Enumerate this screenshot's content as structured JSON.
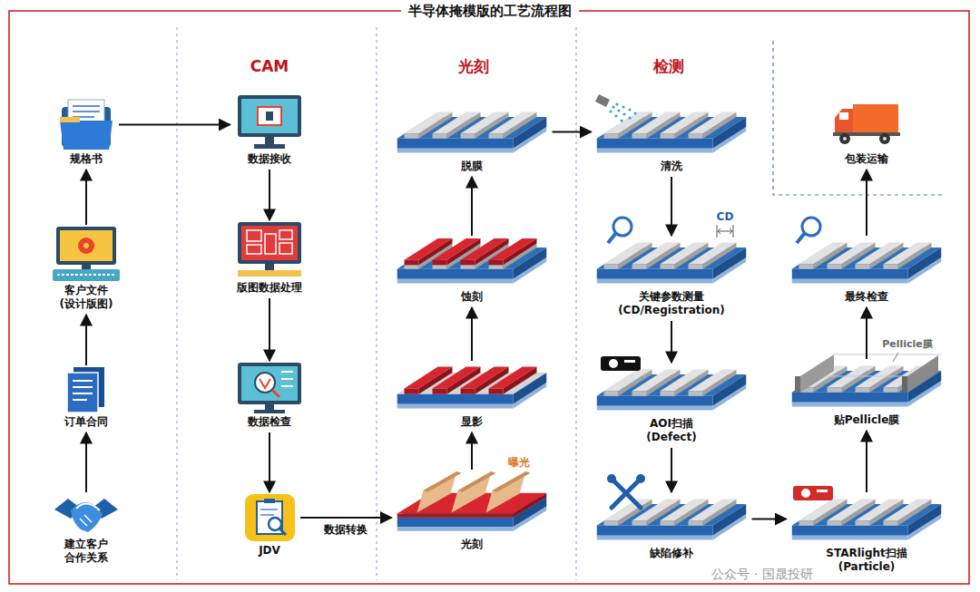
{
  "diagram": {
    "title": "半导体掩模版的工艺流程图",
    "nodes": [
      {
        "text": [
          "建立客户 合作关系"
        ]
      },
      {
        "text": [
          "订单合同"
        ]
      },
      {
        "text": [
          "客户文件 (设计版图)"
        ]
      },
      {
        "text": [
          "规格书"
        ]
      },
      {
        "text": [
          "数据接收"
        ]
      },
      {
        "text": [
          "版图数据处理"
        ]
      },
      {
        "text": [
          "数据检查"
        ]
      },
      {
        "text": [
          "JDV"
        ]
      },
      {
        "text": [
          "光刻"
        ]
      },
      {
        "text": [
          "显影"
        ]
      },
      {
        "text": [
          "蚀刻"
        ]
      },
      {
        "text": [
          "脱膜"
        ]
      },
      {
        "text": [
          "清洗"
        ]
      },
      {
        "text": [
          "关键参数测量 (CD/Registration)"
        ]
      },
      {
        "text": [
          "AOI扫描 (Defect)"
        ]
      },
      {
        "text": [
          "缺陷修补"
        ]
      },
      {
        "text": [
          "STARlight扫描 (Particle)"
        ]
      },
      {
        "text": [
          "贴Pellicle膜"
        ]
      },
      {
        "text": [
          "最终检查"
        ]
      },
      {
        "text": [
          "包装运输"
        ]
      }
    ],
    "edges": [
      {
        "from": 0,
        "to": 1,
        "arrow": "to"
      },
      {
        "from": 1,
        "to": 2,
        "arrow": "to"
      },
      {
        "from": 2,
        "to": 3,
        "arrow": "to"
      },
      {
        "from": 3,
        "to": 4,
        "arrow": "to"
      },
      {
        "from": 4,
        "to": 5,
        "arrow": "to"
      },
      {
        "from": 5,
        "to": 6,
        "arrow": "to"
      },
      {
        "from": 6,
        "to": 7,
        "arrow": "to"
      },
      {
        "from": 7,
        "to": 8,
        "label": "数据转换",
        "arrow": "to"
      },
      {
        "from": 8,
        "to": 9,
        "arrow": "to"
      },
      {
        "from": 9,
        "to": 10,
        "arrow": "to"
      },
      {
        "from": 10,
        "to": 11,
        "arrow": "to"
      },
      {
        "from": 11,
        "to": 12,
        "arrow": "to"
      },
      {
        "from": 12,
        "to": 13,
        "arrow": "to"
      },
      {
        "from": 13,
        "to": 14,
        "arrow": "to"
      },
      {
        "from": 14,
        "to": 15,
        "arrow": "to"
      },
      {
        "from": 15,
        "to": 16,
        "arrow": "to"
      },
      {
        "from": 16,
        "to": 17,
        "arrow": "to"
      },
      {
        "from": 17,
        "to": 18,
        "arrow": "to"
      },
      {
        "from": 18,
        "to": 19,
        "arrow": "to"
      }
    ],
    "labels": [
      "CAM",
      "光刻",
      "检测",
      "曝光",
      "CD",
      "Pellicle膜",
      "公众号 · 国晟投研"
    ]
  }
}
